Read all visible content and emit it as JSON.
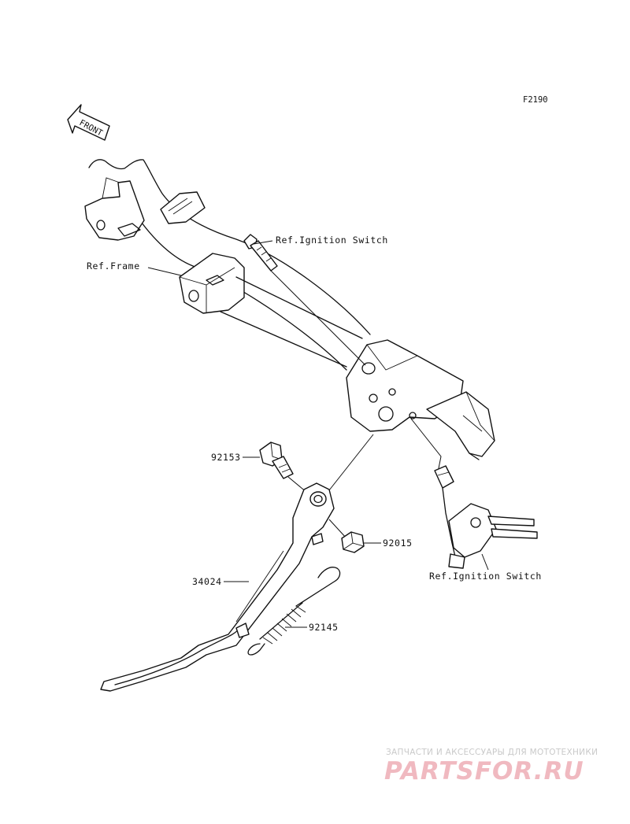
{
  "figure_code": "F2190",
  "front_label": "FRONT",
  "labels": {
    "ref_ignition_switch_top": "Ref.Ignition Switch",
    "ref_frame": "Ref.Frame",
    "ref_ignition_switch_bottom": "Ref.Ignition Switch"
  },
  "parts": [
    {
      "number": "92153"
    },
    {
      "number": "92015"
    },
    {
      "number": "34024"
    },
    {
      "number": "92145"
    }
  ],
  "watermark": {
    "tagline": "ЗАПЧАСТИ И АКСЕССУАРЫ ДЛЯ МОТОТЕХНИКИ",
    "brand": "PARTSFOR.RU"
  }
}
